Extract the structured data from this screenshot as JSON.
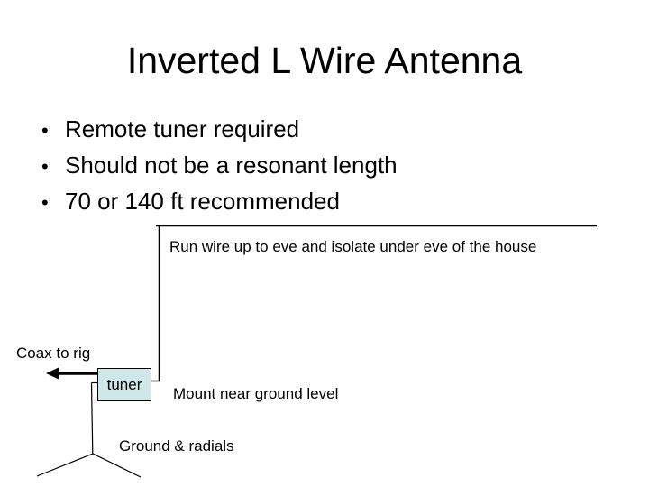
{
  "slide": {
    "title": "Inverted L Wire Antenna",
    "bullet_char": "•",
    "bullets": [
      "Remote tuner required",
      "Should not be a resonant length",
      "70 or 140 ft recommended"
    ]
  },
  "diagram": {
    "wire_label": "Run wire up to eve and isolate under eve of the house",
    "coax_label": "Coax to rig",
    "tuner_label": "tuner",
    "mount_label": "Mount near ground level",
    "ground_label": "Ground & radials",
    "colors": {
      "tuner_box_fill": "#cfe7e8",
      "line_color": "#000000",
      "background": "#ffffff"
    }
  }
}
